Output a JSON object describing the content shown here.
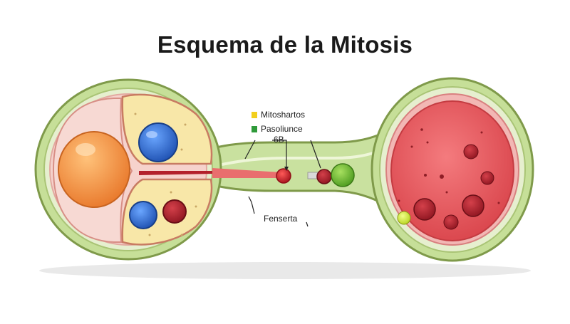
{
  "title": "Esquema de la Mitosis",
  "legend": [
    {
      "label": "Mitoshartos",
      "color": "#f2cf1d"
    },
    {
      "label": "Pasoliunce",
      "color": "#2f9a3a"
    }
  ],
  "labels": {
    "top": "6B",
    "bottom": "Fenserta"
  },
  "colors": {
    "membrane": "#bcd88a",
    "membrane_edge": "#7f9a4a",
    "cytoplasm_pink": "#f6d2cc",
    "nucleus_yellow": "#f8e7a8",
    "orange_cell": "#f29a45",
    "blue_cell": "#2f67c7",
    "dark_red": "#b3202b",
    "right_cell": "#e0545a",
    "green_ball": "#6cbf2e"
  }
}
